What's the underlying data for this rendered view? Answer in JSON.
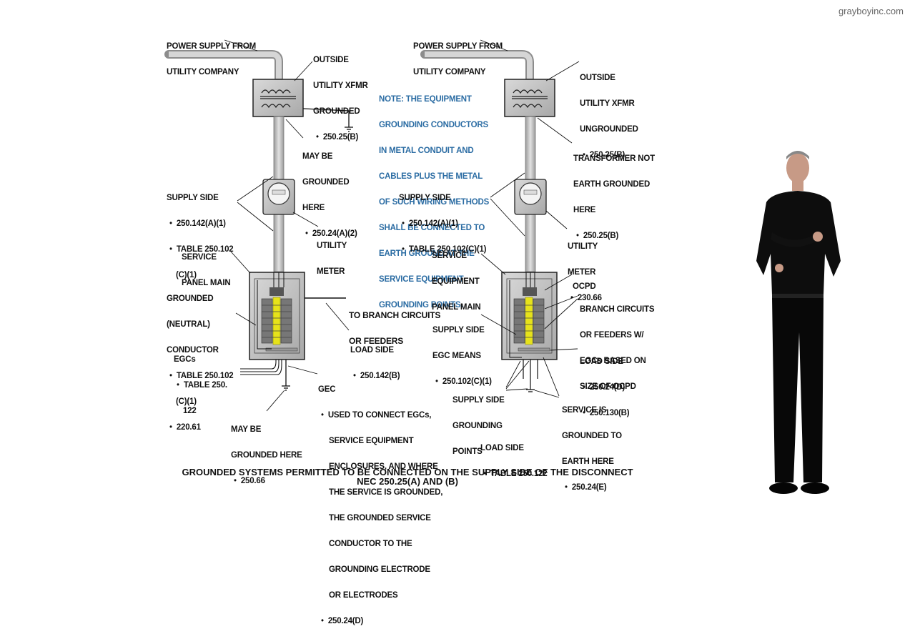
{
  "watermark": "grayboyinc.com",
  "title_lines": [
    "GROUNDED SYSTEMS PERMITTED TO BE CONNECTED ON THE SUPPLY SIDE OF THE DISCONNECT",
    "NEC 250.25(A) AND (B)"
  ],
  "note": {
    "prefix": "NOTE:",
    "lines": [
      " THE EQUIPMENT",
      "GROUNDING CONDUCTORS",
      "IN METAL CONDUIT AND",
      "CABLES PLUS THE METAL",
      "OF SUCH WIRING METHODS",
      "SHALL BE CONNECTED TO",
      "EARTH GROUND AT THE",
      "SERVICE EQUIPMENT",
      "GROUNDING POINTS."
    ]
  },
  "left": {
    "power_supply": [
      "POWER SUPPLY FROM",
      "UTILITY COMPANY"
    ],
    "outside_xfmr": {
      "lines": [
        "OUTSIDE",
        "UTILITY XFMR",
        "GROUNDED"
      ],
      "bullets": [
        "250.25(B)"
      ]
    },
    "may_be_grounded": {
      "lines": [
        "MAY BE",
        "GROUNDED",
        "HERE"
      ],
      "bullets": [
        "250.24(A)(2)"
      ]
    },
    "supply_side": {
      "lines": [
        "SUPPLY SIDE"
      ],
      "bullets": [
        "250.142(A)(1)",
        "TABLE 250.102"
      ],
      "extra": [
        "(C)(1)"
      ]
    },
    "utility_meter": [
      "UTILITY",
      "METER"
    ],
    "service_panel": [
      "SERVICE",
      "PANEL MAIN"
    ],
    "grounded_conductor": {
      "lines": [
        "GROUNDED",
        "(NEUTRAL)",
        "CONDUCTOR"
      ],
      "bullets": [
        "TABLE 250.102",
        "220.61"
      ],
      "extra": [
        "(C)(1)"
      ]
    },
    "to_branch": [
      "TO BRANCH CIRCUITS",
      "OR FEEDERS"
    ],
    "load_side": {
      "lines": [
        "LOAD SIDE"
      ],
      "bullets": [
        "250.142(B)"
      ]
    },
    "egcs": {
      "lines": [
        "EGCs"
      ],
      "bullets": [
        "TABLE 250."
      ],
      "extra": [
        "122"
      ]
    },
    "gec": {
      "lines": [
        "GEC"
      ],
      "bullets": [
        "USED TO CONNECT EGCs,",
        "250.24(D)"
      ],
      "extra": [
        "SERVICE EQUIPMENT",
        "ENCLOSURES, AND WHERE",
        "THE SERVICE IS GROUNDED,",
        "THE GROUNDED SERVICE",
        "CONDUCTOR TO THE",
        "GROUNDING ELECTRODE",
        "OR ELECTRODES"
      ]
    },
    "may_be_grounded_here": {
      "lines": [
        "MAY BE",
        "GROUNDED HERE"
      ],
      "bullets": [
        "250.66"
      ]
    }
  },
  "right": {
    "power_supply": [
      "POWER SUPPLY FROM",
      "UTILITY COMPANY"
    ],
    "outside_xfmr": {
      "lines": [
        "OUTSIDE",
        "UTILITY XFMR",
        "UNGROUNDED"
      ],
      "bullets": [
        "250.25(B)"
      ]
    },
    "transformer_not": {
      "lines": [
        "TRANSFORMER NOT",
        "EARTH GROUNDED",
        "HERE"
      ],
      "bullets": [
        "250.25(B)"
      ]
    },
    "supply_side": {
      "lines": [
        "SUPPLY SIDE"
      ],
      "bullets": [
        "250.142(A)(1)",
        "TABLE 250.102(C)(1)"
      ]
    },
    "utility_meter": {
      "lines": [
        "UTILITY",
        "METER"
      ],
      "bullets": [
        "230.66"
      ]
    },
    "service_equipment": [
      "SERVICE",
      "EQUIPMENT",
      "PANEL MAIN"
    ],
    "ocpd": [
      "OCPD"
    ],
    "branch_circuits": [
      "BRANCH CIRCUITS",
      "OR FEEDERS W/",
      "EGCs BASED ON",
      "SIZE OF OCPD"
    ],
    "supply_side_egc": {
      "lines": [
        "SUPPLY SIDE",
        "EGC MEANS"
      ],
      "bullets": [
        "250.102(C)(1)"
      ]
    },
    "load_side": {
      "lines": [
        "LOAD SIDE"
      ],
      "bullets": [
        "250.24(D)",
        "250.130(B)"
      ]
    },
    "supply_side_grounding": [
      "SUPPLY SIDE",
      "GROUNDING",
      "POINTS"
    ],
    "service_is_grounded": {
      "lines": [
        "SERVICE IS",
        "GROUNDED TO",
        "EARTH HERE"
      ],
      "bullets": [
        "250.24(E)"
      ]
    },
    "load_side_bottom": {
      "lines": [
        "LOAD SIDE"
      ],
      "bullets": [
        "TABLE 250.122"
      ]
    }
  }
}
